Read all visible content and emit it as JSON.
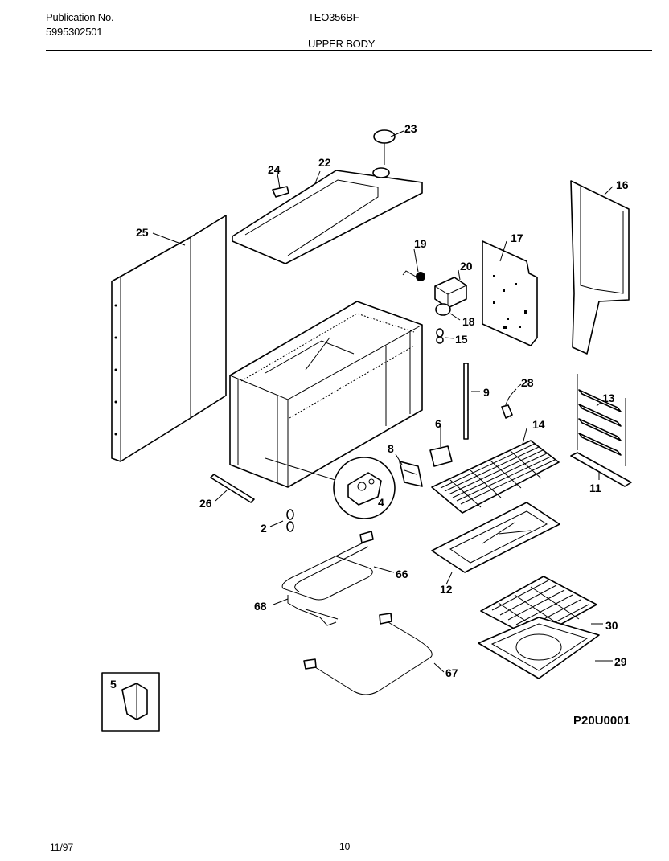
{
  "header": {
    "publication_label": "Publication No.",
    "publication_number": "5995302501",
    "model": "TEO356BF",
    "section": "UPPER BODY"
  },
  "diagram": {
    "drawing_code": "P20U0001",
    "callouts": {
      "c2": "2",
      "c4": "4",
      "c5": "5",
      "c6": "6",
      "c8": "8",
      "c9": "9",
      "c11": "11",
      "c12": "12",
      "c13": "13",
      "c14": "14",
      "c15": "15",
      "c16": "16",
      "c17": "17",
      "c18": "18",
      "c19": "19",
      "c20": "20",
      "c22": "22",
      "c23": "23",
      "c24": "24",
      "c25": "25",
      "c26": "26",
      "c28": "28",
      "c29": "29",
      "c30": "30",
      "c66": "66",
      "c67": "67",
      "c68": "68"
    }
  },
  "footer": {
    "date": "11/97",
    "page": "10"
  }
}
